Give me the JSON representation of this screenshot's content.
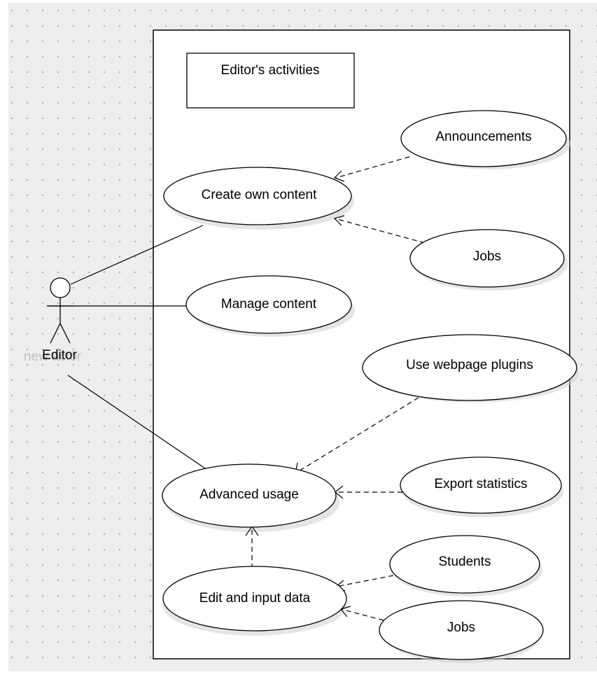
{
  "diagram": {
    "title": "Editor's activities",
    "actor": {
      "name": "Editor"
    },
    "use_cases": {
      "create_own_content": "Create own content",
      "announcements": "Announcements",
      "jobs_1": "Jobs",
      "manage_content": "Manage content",
      "use_webpage_plugins": "Use webpage plugins",
      "advanced_usage": "Advanced usage",
      "export_statistics": "Export statistics",
      "edit_and_input_data": "Edit and input data",
      "students": "Students",
      "jobs_2": "Jobs"
    },
    "relationships": [
      {
        "from": "Editor",
        "to": "Create own content",
        "kind": "association"
      },
      {
        "from": "Editor",
        "to": "Manage content",
        "kind": "association"
      },
      {
        "from": "Editor",
        "to": "Advanced usage",
        "kind": "association"
      },
      {
        "from": "Announcements",
        "to": "Create own content",
        "kind": "dependency"
      },
      {
        "from": "Jobs",
        "to": "Create own content",
        "kind": "dependency"
      },
      {
        "from": "Use webpage plugins",
        "to": "Advanced usage",
        "kind": "dependency"
      },
      {
        "from": "Export statistics",
        "to": "Advanced usage",
        "kind": "dependency"
      },
      {
        "from": "Edit and input data",
        "to": "Advanced usage",
        "kind": "dependency"
      },
      {
        "from": "Students",
        "to": "Edit and input data",
        "kind": "dependency"
      },
      {
        "from": "Jobs",
        "to": "Edit and input data",
        "kind": "dependency"
      }
    ]
  },
  "colors": {
    "canvas_background": "#eeeeee",
    "grid_dot": "#b3b3b3",
    "shape_fill": "#ffffff",
    "stroke": "#000000"
  }
}
